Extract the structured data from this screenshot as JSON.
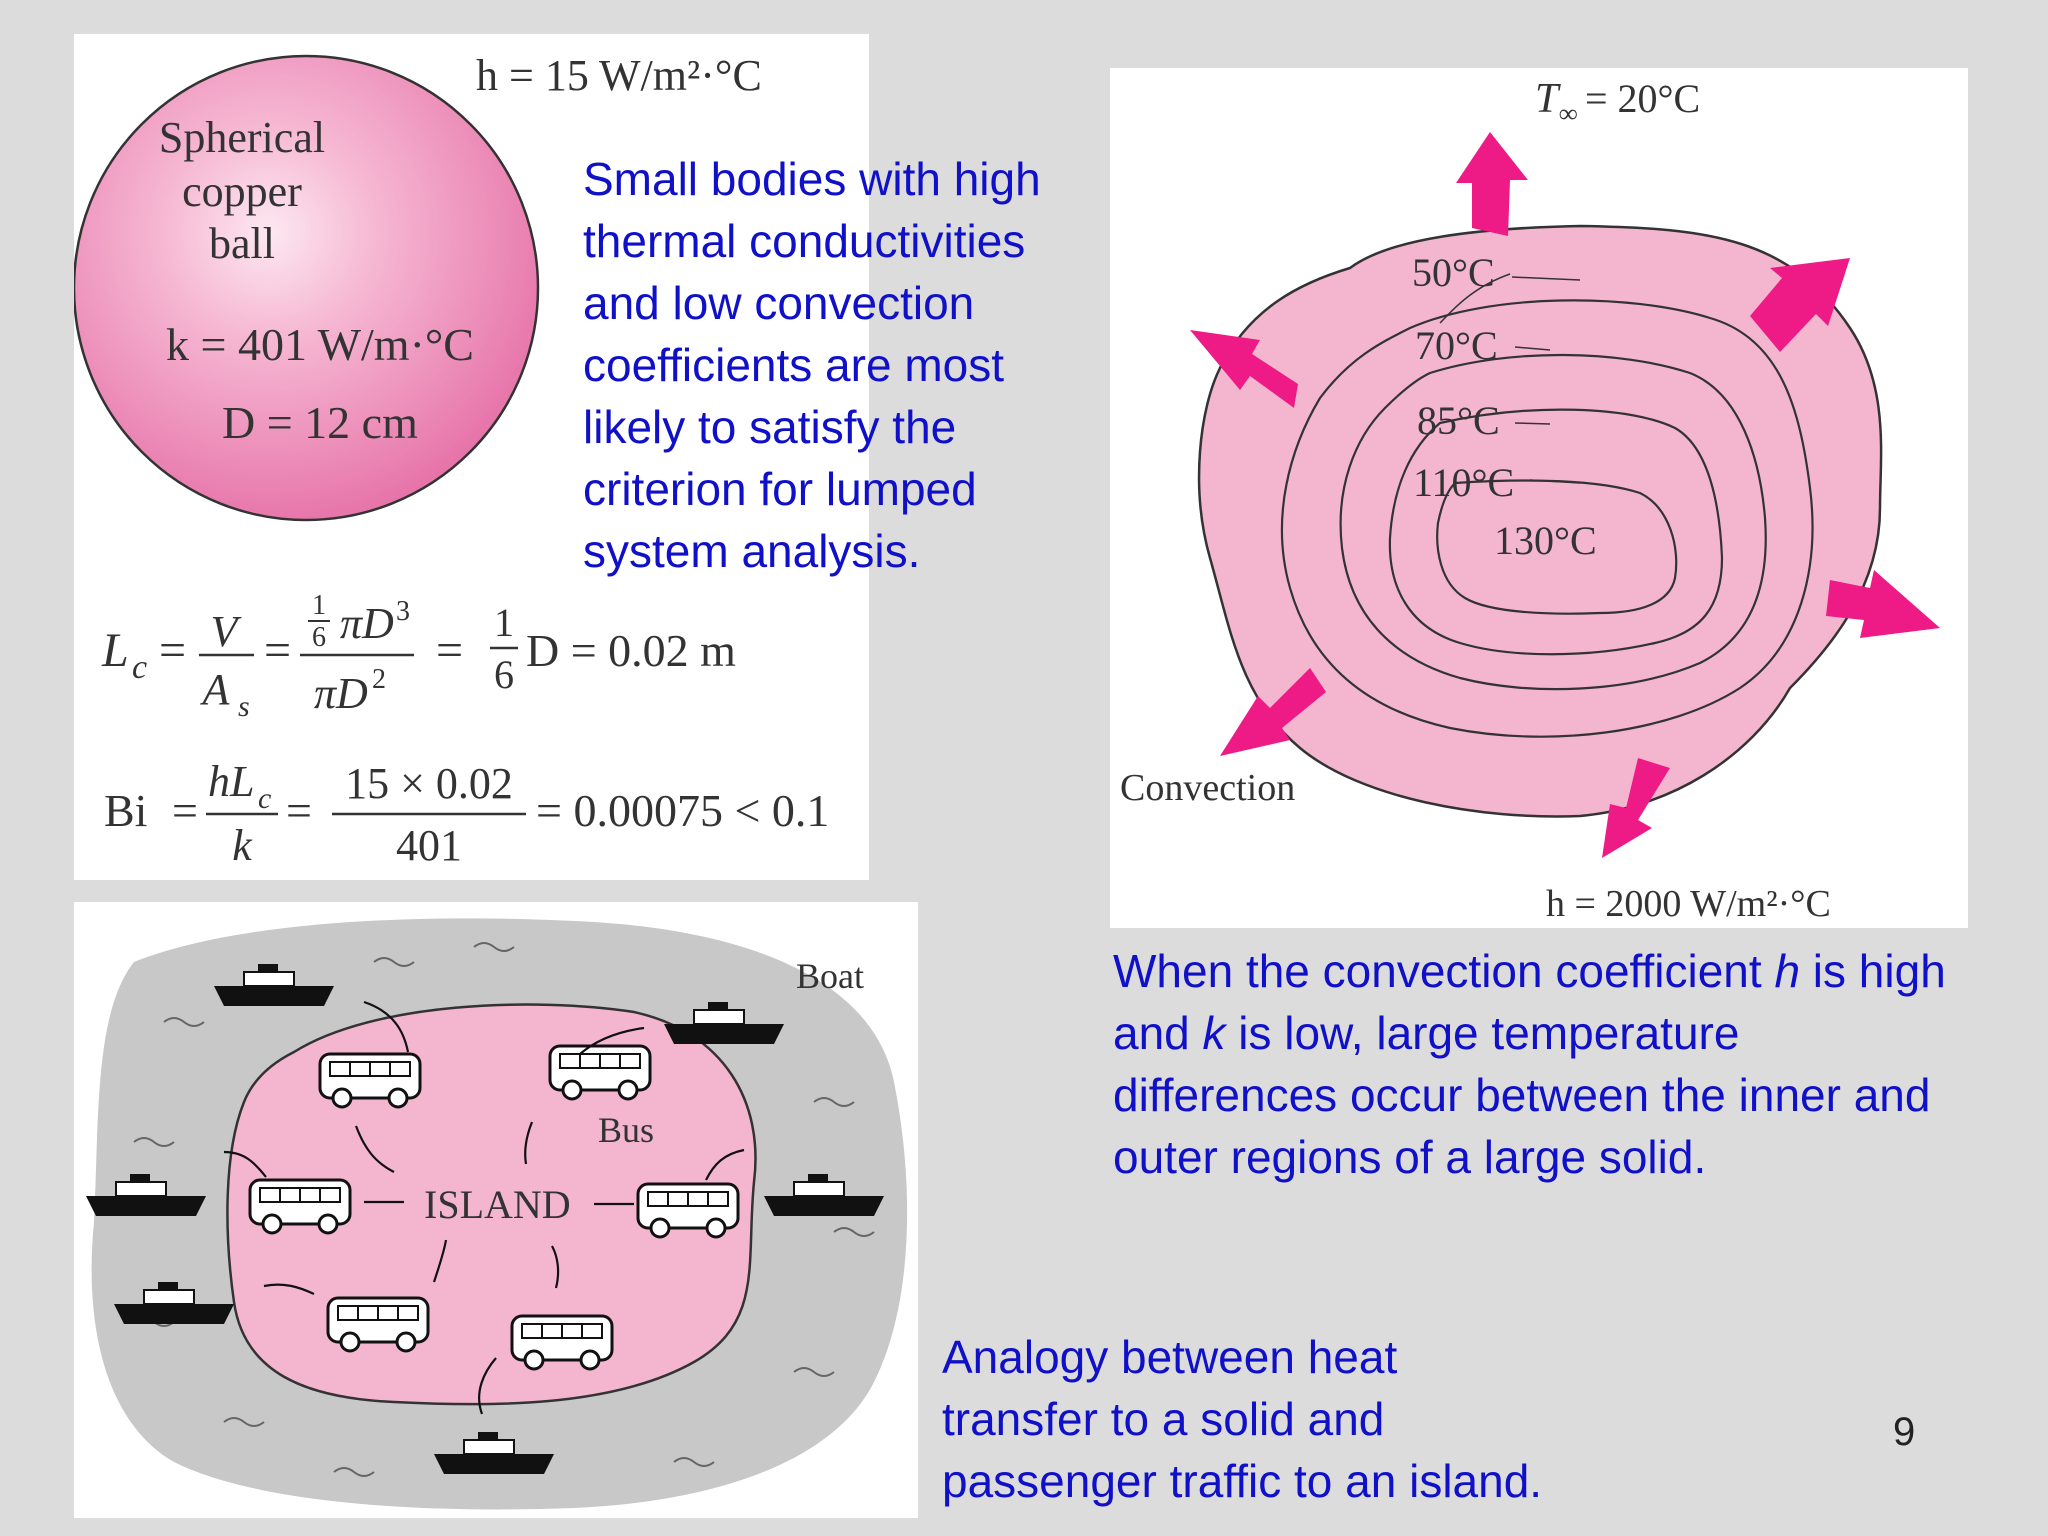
{
  "sphere_figure": {
    "h_label": "h = 15 W/m²·°C",
    "ball_line1": "Spherical",
    "ball_line2": "copper",
    "ball_line3": "ball",
    "k_label": "k = 401 W/m·°C",
    "d_label": "D = 12 cm",
    "lc_equation": {
      "lhs": "L",
      "lhs_sub": "c",
      "v": "V",
      "as": "A",
      "as_sub": "s",
      "frac_num": "1",
      "frac_den": "6",
      "pi_d3": "πD",
      "exp3": "3",
      "pi_d2": "πD",
      "exp2": "2",
      "one": "1",
      "six": "6",
      "result": "D = 0.02 m"
    },
    "bi_equation": {
      "bi": "Bi",
      "hlc": "hL",
      "hlc_sub": "c",
      "k": "k",
      "num": "15 × 0.02",
      "den": "401",
      "result": "= 0.00075 < 0.1"
    }
  },
  "caption_lumped": [
    "Small bodies with high",
    "thermal conductivities",
    "and low convection",
    "coefficients are most",
    "likely to satisfy the",
    "criterion for lumped",
    "system analysis."
  ],
  "contour_figure": {
    "t_inf_label": "T",
    "t_inf_sub": "∞",
    "t_inf_value": " = 20°C",
    "contours": [
      "50°C",
      "70°C",
      "85°C",
      "110°C",
      "130°C"
    ],
    "convection_label": "Convection",
    "h_label": "h = 2000 W/m²·°C"
  },
  "caption_convection": {
    "p1": "When the convection coefficient ",
    "h": "h",
    "p2": " is high and ",
    "k": "k",
    "p3": " is low, large temperature differences occur between the inner and outer regions of a large solid."
  },
  "island_figure": {
    "boat_label": "Boat",
    "bus_label": "Bus",
    "island_label": "ISLAND"
  },
  "caption_analogy": [
    "Analogy between heat",
    "transfer to a solid and",
    "passenger traffic to an island."
  ],
  "page_number": "9",
  "colors": {
    "pink": "#f4b6cf",
    "magenta": "#ee1a86",
    "caption_blue": "#1010c8",
    "sea_gray": "#c8c8c8"
  }
}
